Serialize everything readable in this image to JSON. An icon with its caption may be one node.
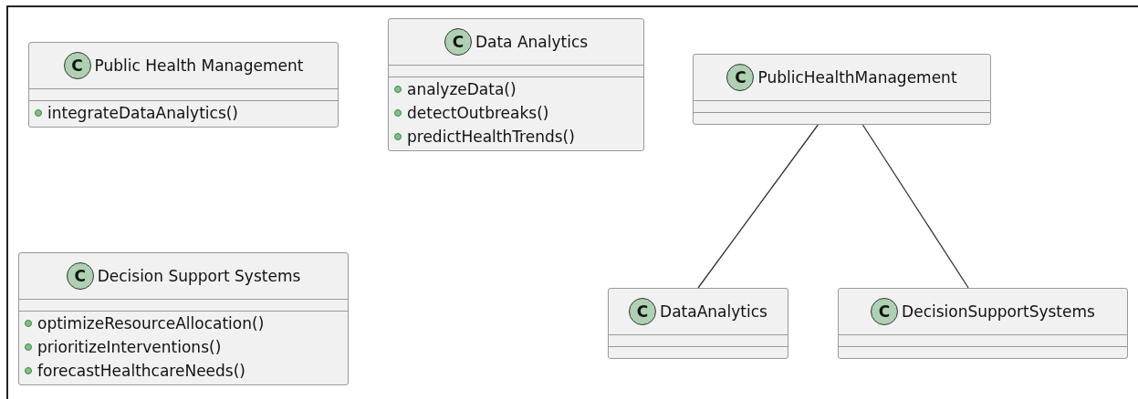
{
  "diagram": {
    "nodes": [
      {
        "text": [
          "C",
          "Public Health Management",
          "integrateDataAnalytics()"
        ]
      },
      {
        "text": [
          "C",
          "Data Analytics",
          "analyzeData()",
          "detectOutbreaks()",
          "predictHealthTrends()"
        ]
      },
      {
        "text": [
          "C",
          "PublicHealthManagement"
        ]
      },
      {
        "text": [
          "C",
          "Decision Support Systems",
          "optimizeResourceAllocation()",
          "prioritizeInterventions()",
          "forecastHealthcareNeeds()"
        ]
      },
      {
        "text": [
          "C",
          "DataAnalytics"
        ]
      },
      {
        "text": [
          "C",
          "DecisionSupportSystems"
        ]
      }
    ],
    "edges": [
      {
        "from": 2,
        "to": 4,
        "arrow": "none"
      },
      {
        "from": 2,
        "to": 5,
        "arrow": "none"
      }
    ]
  }
}
